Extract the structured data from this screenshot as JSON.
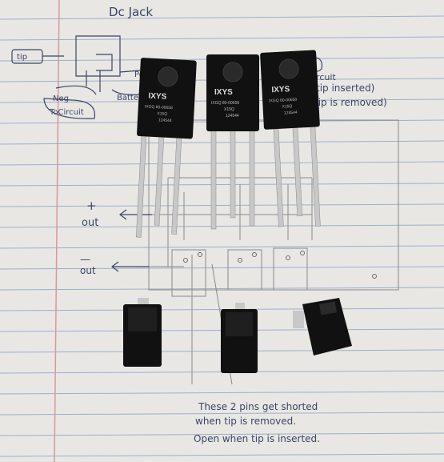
{
  "header": {
    "title": "Dc Jack"
  },
  "sketch": {
    "tip_label": "tip",
    "neg_label": "Neg",
    "to_circuit_label": "ToCircuit",
    "battery_label": "Batter",
    "pos_label": "Po",
    "notes_right": [
      "ircuit",
      "tip inserted)",
      "tip is removed)"
    ]
  },
  "transistors": [
    {
      "brand": "IXYS",
      "line1": "IXGQ 80-00658",
      "line2": "X15Q",
      "line3": "124544"
    },
    {
      "brand": "IXYS",
      "line1": "IXGQ 80-00658",
      "line2": "X15Q",
      "line3": "124544"
    },
    {
      "brand": "IXYS",
      "line1": "IXGQ 80-00658",
      "line2": "X15Q",
      "line3": "124544"
    }
  ],
  "outputs": {
    "plus_sign": "+",
    "plus_label": "out",
    "minus_sign": "—",
    "minus_label": "out"
  },
  "note": {
    "line1": "These 2 pins get shorted",
    "line2": "when tip is removed.",
    "line3": "Open when tip is inserted."
  },
  "colors": {
    "paper": "#e9e7e4",
    "rule": "#8fa6c4",
    "margin": "#d49a9a",
    "ink": "#3a4466",
    "pencil": "#8a8a8a",
    "component": "#111111",
    "metal": "#c8c8c8"
  }
}
